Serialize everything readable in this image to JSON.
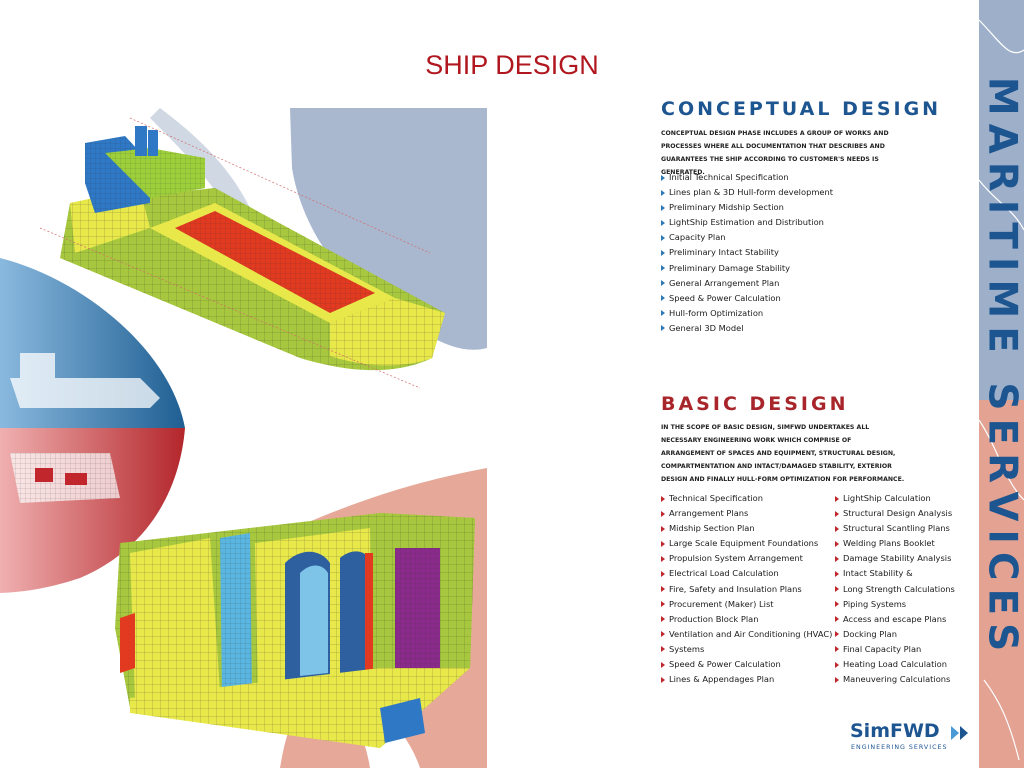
{
  "page_title": "SHIP DESIGN",
  "side_title": "MARITIME SERVICES",
  "conceptual": {
    "heading": "CONCEPTUAL DESIGN",
    "description": "CONCEPTUAL DESIGN PHASE INCLUDES A GROUP OF WORKS AND PROCESSES WHERE ALL DOCUMENTATION THAT DESCRIBES AND GUARANTEES THE SHIP ACCORDING TO CUSTOMER'S NEEDS IS GENERATED.",
    "items": [
      "Initial Technical Specification",
      "Lines plan & 3D Hull-form development",
      "Preliminary Midship  Section",
      "LightShip Estimation and Distribution",
      "Capacity Plan",
      "Preliminary Intact Stability",
      "Preliminary Damage Stability",
      "General Arrangement Plan",
      "Speed & Power Calculation",
      "Hull-form Optimization",
      "General 3D Model"
    ]
  },
  "basic": {
    "heading": "BASIC DESIGN",
    "description": "IN THE SCOPE OF BASIC DESIGN, SIMFWD UNDERTAKES ALL NECESSARY ENGINEERING WORK WHICH COMPRISE OF ARRANGEMENT OF SPACES AND EQUIPMENT, STRUCTURAL DESIGN, COMPARTMENTATION AND INTACT/DAMAGED STABILITY, EXTERIOR DESIGN AND FINALLY HULL-FORM OPTIMIZATION FOR PERFORMANCE.",
    "items_left": [
      "Technical Specification",
      "Arrangement Plans",
      "Midship Section Plan",
      "Large Scale Equipment Foundations",
      "Propulsion System Arrangement",
      "Electrical Load Calculation",
      "Fire, Safety and Insulation Plans",
      "Procurement (Maker) List",
      "Production Block Plan",
      "Ventilation and Air Conditioning (HVAC)",
      "Systems",
      "Speed & Power Calculation",
      "Lines & Appendages Plan"
    ],
    "items_right": [
      "LightShip  Calculation",
      "Structural Design  Analysis",
      "Structural Scantling Plans",
      "Welding Plans Booklet",
      "Damage Stability Analysis",
      "Intact Stability &",
      "Long Strength Calculations",
      "Piping Systems",
      "Access and escape Plans",
      "Docking Plan",
      "Final Capacity Plan",
      "Heating Load Calculation",
      "Maneuvering Calculations"
    ]
  },
  "logo": {
    "name": "SimFWD",
    "tagline": "ENGINEERING SERVICES"
  },
  "colors": {
    "title_red": "#b0171f",
    "heading_blue": "#1d5590",
    "heading_red": "#a8262b",
    "sidebar_blue": "#9dafc9",
    "sidebar_salmon": "#e3a292"
  }
}
